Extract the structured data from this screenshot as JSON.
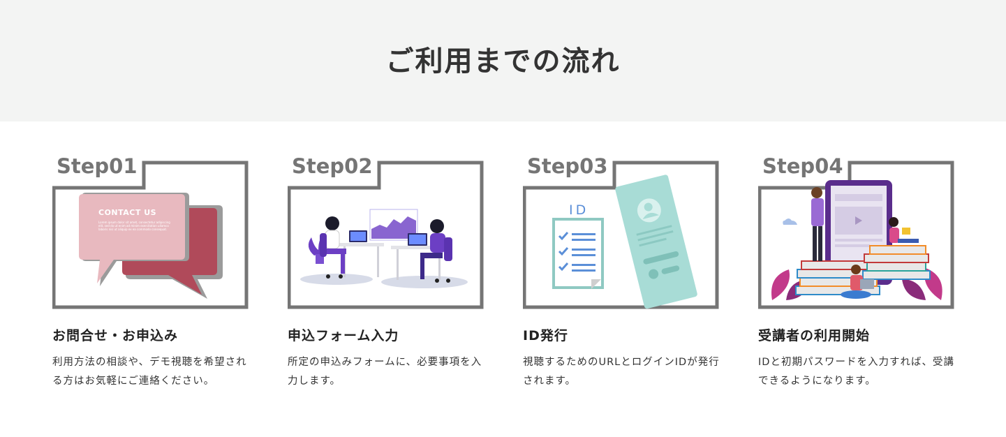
{
  "page": {
    "title": "ご利用までの流れ"
  },
  "contact_card": {
    "heading": "CONTACT US",
    "body": "Lorem ipsum dolor sit amet, consectetur adipiscing elit, sed do ut enim ad minim exercitation ullamco laboris nisi ut aliquip ex ea commodo consequat."
  },
  "id_card": {
    "label": "ID"
  },
  "steps": [
    {
      "label": "Step01",
      "title": "お問合せ・お申込み",
      "desc": "利用方法の相談や、デモ視聴を希望される方はお気軽にご連絡ください。"
    },
    {
      "label": "Step02",
      "title": "申込フォーム入力",
      "desc": "所定の申込みフォームに、必要事項を入力します。"
    },
    {
      "label": "Step03",
      "title": "ID発行",
      "desc": "視聴するためのURLとログインIDが発行されます。"
    },
    {
      "label": "Step04",
      "title": "受講者の利用開始",
      "desc": "IDと初期パスワードを入力すれば、受講できるようになります。"
    }
  ],
  "colors": {
    "header_bg": "#f3f4f3",
    "frame": "#757575",
    "accent_purple": "#6c3fc4",
    "accent_teal": "#a8dcd6",
    "accent_pink": "#e8b9bf",
    "accent_red": "#b04a5a"
  }
}
